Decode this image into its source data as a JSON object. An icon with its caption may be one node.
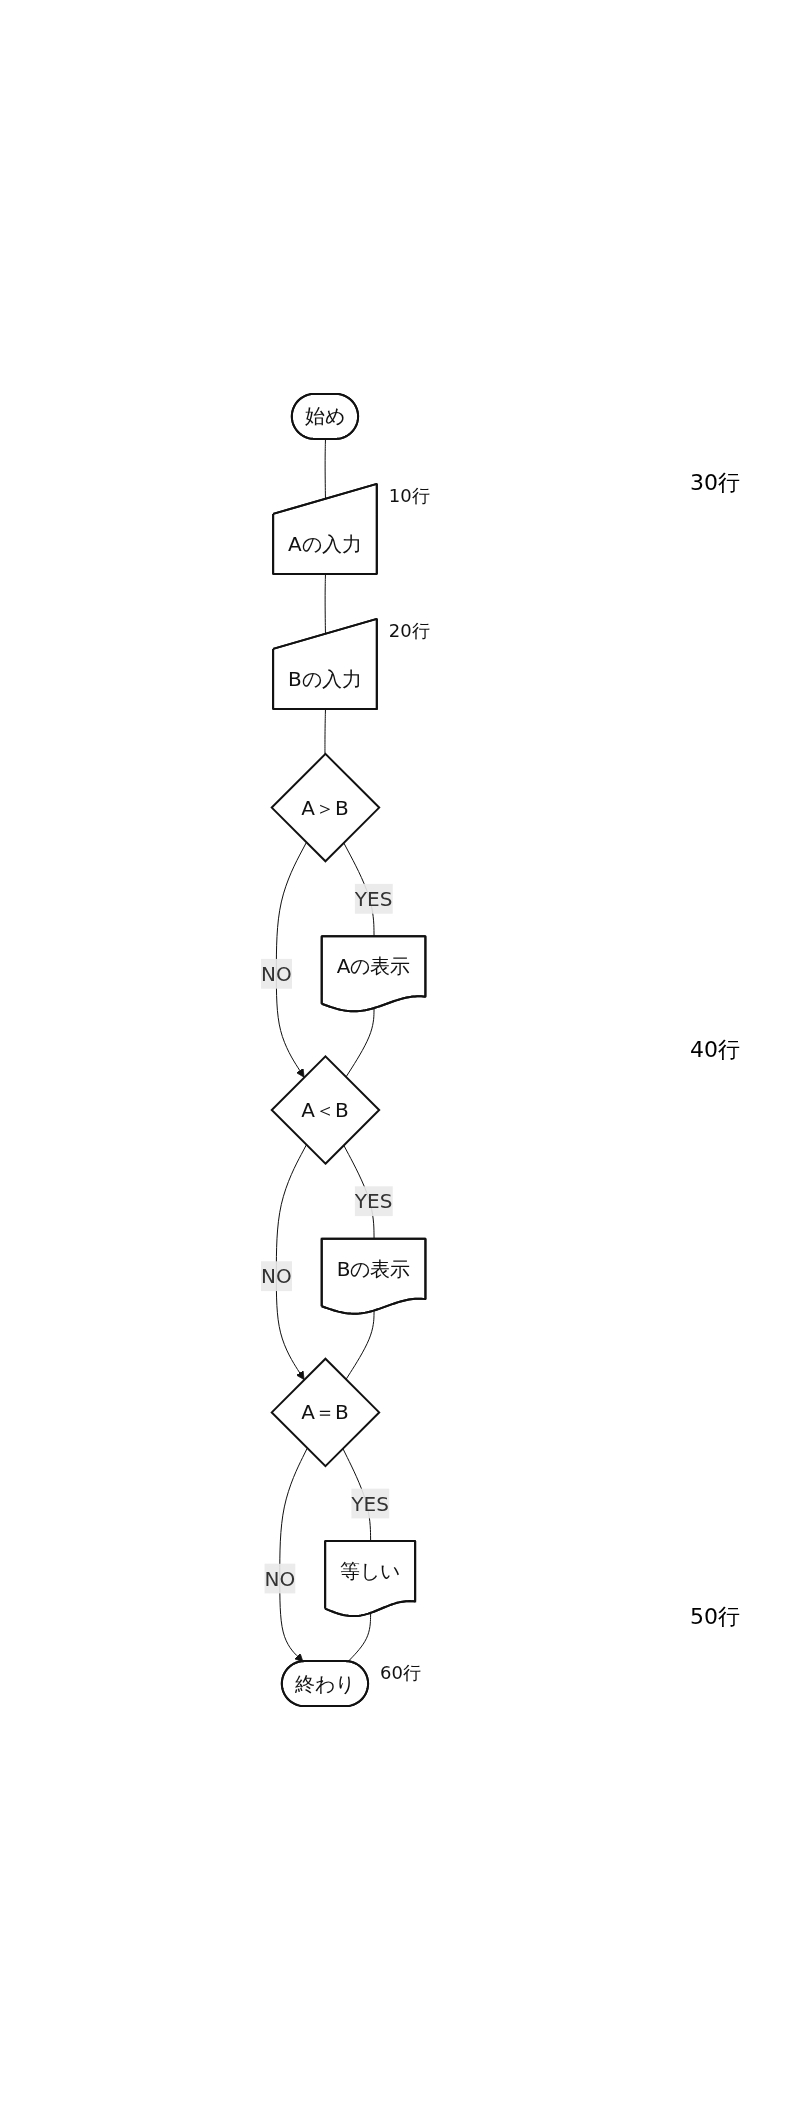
{
  "diagram": {
    "nodes": [
      {
        "text": [
          "始め"
        ]
      },
      {
        "text": [
          "Aの入力"
        ],
        "beside": [
          "10行"
        ]
      },
      {
        "text": [
          "Bの入力"
        ],
        "beside": [
          "20行"
        ]
      },
      {
        "text": [
          "A＞B"
        ]
      },
      {
        "text": [
          "Aの表示"
        ]
      },
      {
        "text": [
          "A＜B"
        ]
      },
      {
        "text": [
          "Bの表示"
        ]
      },
      {
        "text": [
          "A＝B"
        ]
      },
      {
        "text": [
          "等しい"
        ]
      },
      {
        "text": [
          "終わり"
        ],
        "beside": [
          "60行"
        ]
      }
    ],
    "edges": [
      {
        "from": 0,
        "to": 1,
        "arrow": "none"
      },
      {
        "from": 1,
        "to": 2,
        "arrow": "none"
      },
      {
        "from": 2,
        "to": 3,
        "arrow": "none"
      },
      {
        "from": 3,
        "to": 4,
        "label": "YES",
        "arrow": "none"
      },
      {
        "from": 3,
        "to": 5,
        "label": "NO",
        "arrow": "to"
      },
      {
        "from": 4,
        "to": 5,
        "arrow": "none"
      },
      {
        "from": 5,
        "to": 6,
        "label": "YES",
        "arrow": "none"
      },
      {
        "from": 5,
        "to": 7,
        "label": "NO",
        "arrow": "to"
      },
      {
        "from": 6,
        "to": 7,
        "arrow": "none"
      },
      {
        "from": 7,
        "to": 8,
        "label": "YES",
        "arrow": "none"
      },
      {
        "from": 7,
        "to": 9,
        "label": "NO",
        "arrow": "to"
      },
      {
        "from": 8,
        "to": 9,
        "arrow": "none"
      }
    ],
    "labels": [
      "30行",
      "40行",
      "50行"
    ]
  }
}
